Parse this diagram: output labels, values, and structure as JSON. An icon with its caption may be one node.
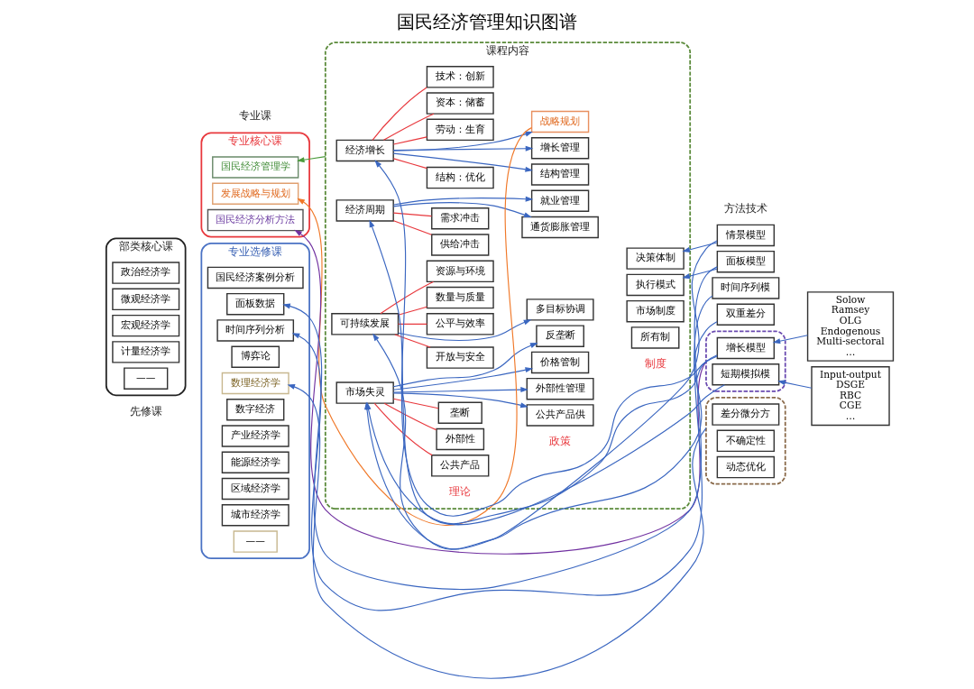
{
  "diagram": {
    "title": "国民经济管理知识图谱",
    "nodes": [
      {
        "text": [
          "部类核心课"
        ]
      },
      {
        "text": [
          "政治经济学"
        ],
        "in": 0
      },
      {
        "text": [
          "微观经济学"
        ],
        "in": 0
      },
      {
        "text": [
          "宏观经济学"
        ],
        "in": 0
      },
      {
        "text": [
          "计量经济学"
        ],
        "in": 0
      },
      {
        "text": [
          "——"
        ],
        "in": 0
      },
      {
        "text": [
          "专业核心课"
        ]
      },
      {
        "text": [
          "国民经济管理学"
        ],
        "in": 6
      },
      {
        "text": [
          "发展战略与规划"
        ],
        "in": 6
      },
      {
        "text": [
          "国民经济分析方法"
        ],
        "in": 6
      },
      {
        "text": [
          "专业选修课"
        ]
      },
      {
        "text": [
          "国民经济案例分析"
        ],
        "in": 10
      },
      {
        "text": [
          "面板数据"
        ],
        "in": 10
      },
      {
        "text": [
          "时间序列分析"
        ],
        "in": 10
      },
      {
        "text": [
          "博弈论"
        ],
        "in": 10
      },
      {
        "text": [
          "数理经济学"
        ],
        "in": 10
      },
      {
        "text": [
          "数字经济"
        ],
        "in": 10
      },
      {
        "text": [
          "产业经济学"
        ],
        "in": 10
      },
      {
        "text": [
          "能源经济学"
        ],
        "in": 10
      },
      {
        "text": [
          "区域经济学"
        ],
        "in": 10
      },
      {
        "text": [
          "城市经济学"
        ],
        "in": 10
      },
      {
        "text": [
          "——"
        ],
        "in": 10
      },
      {
        "text": [
          "课程内容"
        ]
      },
      {
        "text": [
          "经济增长"
        ],
        "in": 22
      },
      {
        "text": [
          "技术：创新"
        ],
        "in": 22
      },
      {
        "text": [
          "资本：储蓄"
        ],
        "in": 22
      },
      {
        "text": [
          "劳动：生育"
        ],
        "in": 22
      },
      {
        "text": [
          "结构：优化"
        ],
        "in": 22
      },
      {
        "text": [
          "经济周期"
        ],
        "in": 22
      },
      {
        "text": [
          "需求冲击"
        ],
        "in": 22
      },
      {
        "text": [
          "供给冲击"
        ],
        "in": 22
      },
      {
        "text": [
          "可持续发展"
        ],
        "in": 22
      },
      {
        "text": [
          "资源与环境"
        ],
        "in": 22
      },
      {
        "text": [
          "数量与质量"
        ],
        "in": 22
      },
      {
        "text": [
          "公平与效率"
        ],
        "in": 22
      },
      {
        "text": [
          "开放与安全"
        ],
        "in": 22
      },
      {
        "text": [
          "市场失灵"
        ],
        "in": 22
      },
      {
        "text": [
          "垄断"
        ],
        "in": 22
      },
      {
        "text": [
          "外部性"
        ],
        "in": 22
      },
      {
        "text": [
          "公共产品"
        ],
        "in": 22
      },
      {
        "text": [
          "战略规划"
        ],
        "in": 22
      },
      {
        "text": [
          "增长管理"
        ],
        "in": 22
      },
      {
        "text": [
          "结构管理"
        ],
        "in": 22
      },
      {
        "text": [
          "就业管理"
        ],
        "in": 22
      },
      {
        "text": [
          "通货膨胀管理"
        ],
        "in": 22
      },
      {
        "text": [
          "多目标协调"
        ],
        "in": 22
      },
      {
        "text": [
          "反垄断"
        ],
        "in": 22
      },
      {
        "text": [
          "价格管制"
        ],
        "in": 22
      },
      {
        "text": [
          "外部性管理"
        ],
        "in": 22
      },
      {
        "text": [
          "公共产品供"
        ],
        "in": 22
      },
      {
        "text": [
          "决策体制"
        ],
        "in": 22
      },
      {
        "text": [
          "执行模式"
        ],
        "in": 22
      },
      {
        "text": [
          "市场制度"
        ],
        "in": 22
      },
      {
        "text": [
          "所有制"
        ],
        "in": 22
      },
      {
        "text": [],
        "shape": "box"
      },
      {
        "text": [
          "增长模型"
        ],
        "in": 54
      },
      {
        "text": [
          "短期模拟模"
        ],
        "in": 54
      },
      {
        "text": [
          "情景模型"
        ]
      },
      {
        "text": [
          "面板模型"
        ]
      },
      {
        "text": [
          "时间序列模"
        ]
      },
      {
        "text": [
          "双重差分"
        ]
      },
      {
        "text": [],
        "shape": "box"
      },
      {
        "text": [
          "差分微分方"
        ],
        "in": 61
      },
      {
        "text": [
          "不确定性"
        ],
        "in": 61
      },
      {
        "text": [
          "动态优化"
        ],
        "in": 61
      },
      {
        "text": [
          "Solow",
          "Ramsey",
          "OLG",
          "Endogenous",
          "Multi-sectoral",
          "…"
        ]
      },
      {
        "text": [
          "Input-output",
          "DSGE",
          "RBC",
          "CGE",
          "…"
        ]
      }
    ],
    "edges": [
      {
        "from": 23,
        "to": 24,
        "arrow": "none",
        "color": "#e8383d"
      },
      {
        "from": 23,
        "to": 25,
        "arrow": "none",
        "color": "#e8383d"
      },
      {
        "from": 23,
        "to": 26,
        "arrow": "none",
        "color": "#e8383d"
      },
      {
        "from": 23,
        "to": 27,
        "arrow": "none",
        "color": "#e8383d"
      },
      {
        "from": 28,
        "to": 29,
        "arrow": "none",
        "color": "#e8383d"
      },
      {
        "from": 28,
        "to": 30,
        "arrow": "none",
        "color": "#e8383d"
      },
      {
        "from": 31,
        "to": 32,
        "arrow": "none",
        "color": "#e8383d"
      },
      {
        "from": 31,
        "to": 33,
        "arrow": "none",
        "color": "#e8383d"
      },
      {
        "from": 31,
        "to": 34,
        "arrow": "none",
        "color": "#e8383d"
      },
      {
        "from": 31,
        "to": 35,
        "arrow": "none",
        "color": "#e8383d"
      },
      {
        "from": 36,
        "to": 37,
        "arrow": "none",
        "color": "#e8383d"
      },
      {
        "from": 36,
        "to": 38,
        "arrow": "none",
        "color": "#e8383d"
      },
      {
        "from": 36,
        "to": 39,
        "arrow": "none",
        "color": "#e8383d"
      },
      {
        "from": 23,
        "to": 40,
        "arrow": "to"
      },
      {
        "from": 23,
        "to": 41,
        "arrow": "to"
      },
      {
        "from": 23,
        "to": 42,
        "arrow": "to"
      },
      {
        "from": 28,
        "to": 43,
        "arrow": "to"
      },
      {
        "from": 28,
        "to": 44,
        "arrow": "to"
      },
      {
        "from": 31,
        "to": 45,
        "arrow": "to"
      },
      {
        "from": 36,
        "to": 46,
        "arrow": "to"
      },
      {
        "from": 36,
        "to": 47,
        "arrow": "to"
      },
      {
        "from": 36,
        "to": 48,
        "arrow": "to"
      },
      {
        "from": 36,
        "to": 49,
        "arrow": "to"
      },
      {
        "from": 22,
        "to": 7,
        "arrow": "to",
        "color": "#4a9a3a"
      },
      {
        "from": 40,
        "to": 8,
        "arrow": "to",
        "color": "#f07828"
      },
      {
        "from": 54,
        "to": 9,
        "arrow": "to",
        "color": "#7030a0"
      },
      {
        "from": 65,
        "to": 55,
        "arrow": "to"
      },
      {
        "from": 66,
        "to": 56,
        "arrow": "to"
      },
      {
        "from": 55,
        "to": 23,
        "arrow": "to"
      },
      {
        "from": 56,
        "to": 28,
        "arrow": "to"
      },
      {
        "from": 57,
        "to": 50,
        "arrow": "to"
      },
      {
        "from": 58,
        "to": 51,
        "arrow": "to"
      },
      {
        "from": 58,
        "to": 12,
        "arrow": "to"
      },
      {
        "from": 59,
        "to": 13,
        "arrow": "to"
      },
      {
        "from": 60,
        "to": 31,
        "arrow": "to"
      },
      {
        "from": 61,
        "to": 15,
        "arrow": "to"
      },
      {
        "from": 55,
        "to": 36,
        "arrow": "to"
      },
      {
        "from": 57,
        "to": 36,
        "arrow": "to"
      }
    ],
    "labels": [
      "先修课",
      "专业课",
      "方法技术",
      "理论",
      "政策",
      "制度"
    ]
  }
}
